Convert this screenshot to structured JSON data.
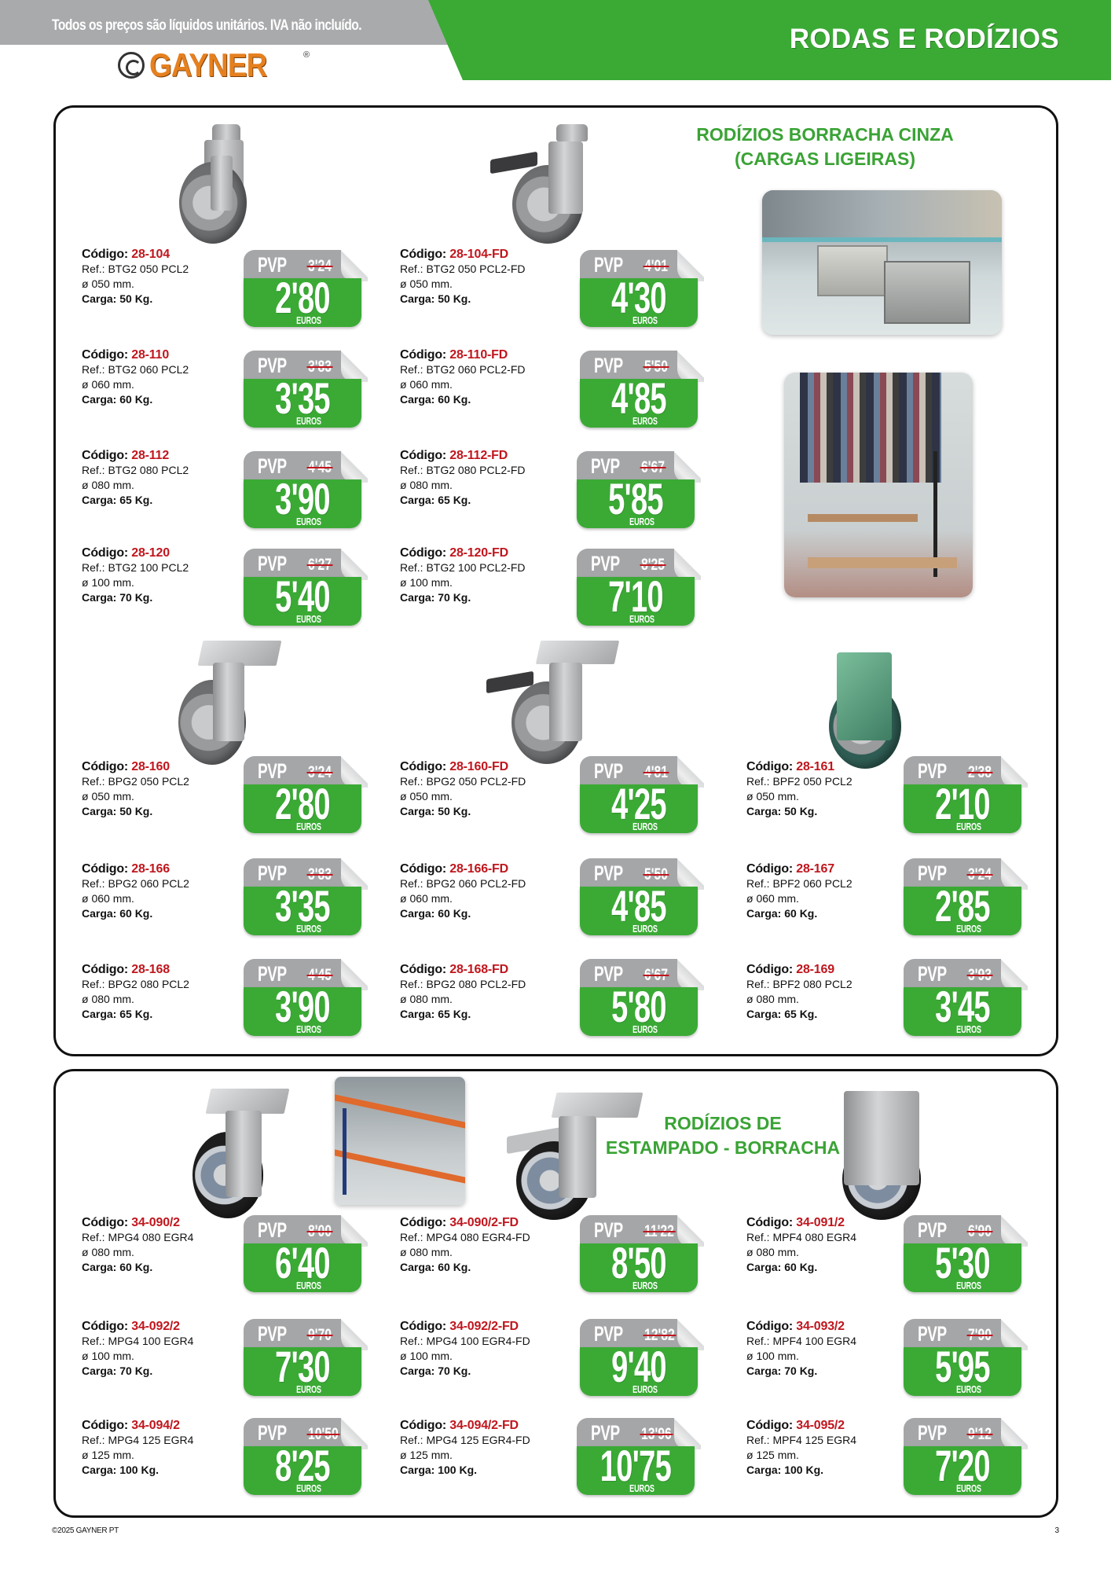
{
  "header": {
    "note": "Todos os preços são líquidos unitários. IVA não incluído.",
    "title": "RODAS E RODÍZIOS",
    "brand": "GAYNER",
    "brand_mark": "®"
  },
  "colors": {
    "brand_green": "#3aaa35",
    "header_gray": "#a9aaac",
    "code_red": "#c0161d",
    "logo_orange": "#e6801f"
  },
  "labels": {
    "codigo": "Código: ",
    "pvp": "PVP",
    "euros": "EUROS"
  },
  "sections": [
    {
      "title_line1": "RODÍZIOS BORRACHA CINZA",
      "title_line2": "(CARGAS LIGEIRAS)",
      "products": [
        {
          "code": "28-104",
          "ref": "Ref.: BTG2 050 PCL2",
          "diameter": "ø 050 mm.",
          "load": "Carga: 50 Kg.",
          "old_price": "3'24",
          "price": "2'80"
        },
        {
          "code": "28-104-FD",
          "ref": "Ref.: BTG2 050 PCL2-FD",
          "diameter": "ø 050 mm.",
          "load": "Carga: 50 Kg.",
          "old_price": "4'01",
          "price": "4'30"
        },
        {
          "code": "28-110",
          "ref": "Ref.: BTG2 060 PCL2",
          "diameter": "ø 060 mm.",
          "load": "Carga: 60 Kg.",
          "old_price": "3'83",
          "price": "3'35"
        },
        {
          "code": "28-110-FD",
          "ref": "Ref.: BTG2 060 PCL2-FD",
          "diameter": "ø 060 mm.",
          "load": "Carga: 60 Kg.",
          "old_price": "5'50",
          "price": "4'85"
        },
        {
          "code": "28-112",
          "ref": "Ref.: BTG2 080 PCL2",
          "diameter": "ø 080 mm.",
          "load": "Carga: 65 Kg.",
          "old_price": "4'45",
          "price": "3'90"
        },
        {
          "code": "28-112-FD",
          "ref": "Ref.: BTG2 080 PCL2-FD",
          "diameter": "ø 080 mm.",
          "load": "Carga: 65 Kg.",
          "old_price": "6'67",
          "price": "5'85"
        },
        {
          "code": "28-120",
          "ref": "Ref.: BTG2 100 PCL2",
          "diameter": "ø 100 mm.",
          "load": "Carga: 70 Kg.",
          "old_price": "6'27",
          "price": "5'40"
        },
        {
          "code": "28-120-FD",
          "ref": "Ref.: BTG2 100 PCL2-FD",
          "diameter": "ø 100 mm.",
          "load": "Carga: 70 Kg.",
          "old_price": "8'25",
          "price": "7'10"
        },
        {
          "code": "28-160",
          "ref": "Ref.: BPG2 050 PCL2",
          "diameter": "ø 050 mm.",
          "load": "Carga: 50 Kg.",
          "old_price": "3'24",
          "price": "2'80"
        },
        {
          "code": "28-160-FD",
          "ref": "Ref.: BPG2 050 PCL2-FD",
          "diameter": "ø 050 mm.",
          "load": "Carga: 50 Kg.",
          "old_price": "4'81",
          "price": "4'25"
        },
        {
          "code": "28-161",
          "ref": "Ref.: BPF2 050 PCL2",
          "diameter": "ø 050 mm.",
          "load": "Carga: 50 Kg.",
          "old_price": "2'38",
          "price": "2'10"
        },
        {
          "code": "28-166",
          "ref": "Ref.: BPG2 060 PCL2",
          "diameter": "ø 060 mm.",
          "load": "Carga: 60 Kg.",
          "old_price": "3'83",
          "price": "3'35"
        },
        {
          "code": "28-166-FD",
          "ref": "Ref.: BPG2 060 PCL2-FD",
          "diameter": "ø 060 mm.",
          "load": "Carga: 60 Kg.",
          "old_price": "5'50",
          "price": "4'85"
        },
        {
          "code": "28-167",
          "ref": "Ref.: BPF2 060 PCL2",
          "diameter": "ø 060 mm.",
          "load": "Carga: 60 Kg.",
          "old_price": "3'24",
          "price": "2'85"
        },
        {
          "code": "28-168",
          "ref": "Ref.: BPG2 080 PCL2",
          "diameter": "ø 080 mm.",
          "load": "Carga: 65 Kg.",
          "old_price": "4'45",
          "price": "3'90"
        },
        {
          "code": "28-168-FD",
          "ref": "Ref.: BPG2 080 PCL2-FD",
          "diameter": "ø 080 mm.",
          "load": "Carga: 65 Kg.",
          "old_price": "6'67",
          "price": "5'80"
        },
        {
          "code": "28-169",
          "ref": "Ref.: BPF2 080 PCL2",
          "diameter": "ø 080 mm.",
          "load": "Carga: 65 Kg.",
          "old_price": "3'93",
          "price": "3'45"
        }
      ]
    },
    {
      "title_line1": "RODÍZIOS DE",
      "title_line2": "ESTAMPADO - BORRACHA",
      "products": [
        {
          "code": "34-090/2",
          "ref": "Ref.: MPG4 080 EGR4",
          "diameter": "ø 080 mm.",
          "load": "Carga: 60 Kg.",
          "old_price": "8'00",
          "price": "6'40"
        },
        {
          "code": "34-090/2-FD",
          "ref": "Ref.: MPG4 080 EGR4-FD",
          "diameter": "ø 080 mm.",
          "load": "Carga: 60 Kg.",
          "old_price": "11'22",
          "price": "8'50"
        },
        {
          "code": "34-091/2",
          "ref": "Ref.: MPF4 080 EGR4",
          "diameter": "ø 080 mm.",
          "load": "Carga: 60 Kg.",
          "old_price": "6'90",
          "price": "5'30"
        },
        {
          "code": "34-092/2",
          "ref": "Ref.: MPG4 100 EGR4",
          "diameter": "ø 100 mm.",
          "load": "Carga: 70 Kg.",
          "old_price": "9'70",
          "price": "7'30"
        },
        {
          "code": "34-092/2-FD",
          "ref": "Ref.: MPG4 100 EGR4-FD",
          "diameter": "ø 100 mm.",
          "load": "Carga: 70 Kg.",
          "old_price": "12'82",
          "price": "9'40"
        },
        {
          "code": "34-093/2",
          "ref": "Ref.: MPF4 100 EGR4",
          "diameter": "ø 100 mm.",
          "load": "Carga: 70 Kg.",
          "old_price": "7'90",
          "price": "5'95"
        },
        {
          "code": "34-094/2",
          "ref": "Ref.: MPG4 125 EGR4",
          "diameter": "ø 125 mm.",
          "load": "Carga: 100 Kg.",
          "old_price": "10'50",
          "price": "8'25"
        },
        {
          "code": "34-094/2-FD",
          "ref": "Ref.: MPG4 125 EGR4-FD",
          "diameter": "ø 125 mm.",
          "load": "Carga: 100 Kg.",
          "old_price": "13'96",
          "price": "10'75"
        },
        {
          "code": "34-095/2",
          "ref": "Ref.: MPF4 125 EGR4",
          "diameter": "ø 125 mm.",
          "load": "Carga: 100 Kg.",
          "old_price": "9'12",
          "price": "7'20"
        }
      ]
    }
  ],
  "footer": {
    "copyright": "©2025 GAYNER PT",
    "page_number": "3"
  }
}
